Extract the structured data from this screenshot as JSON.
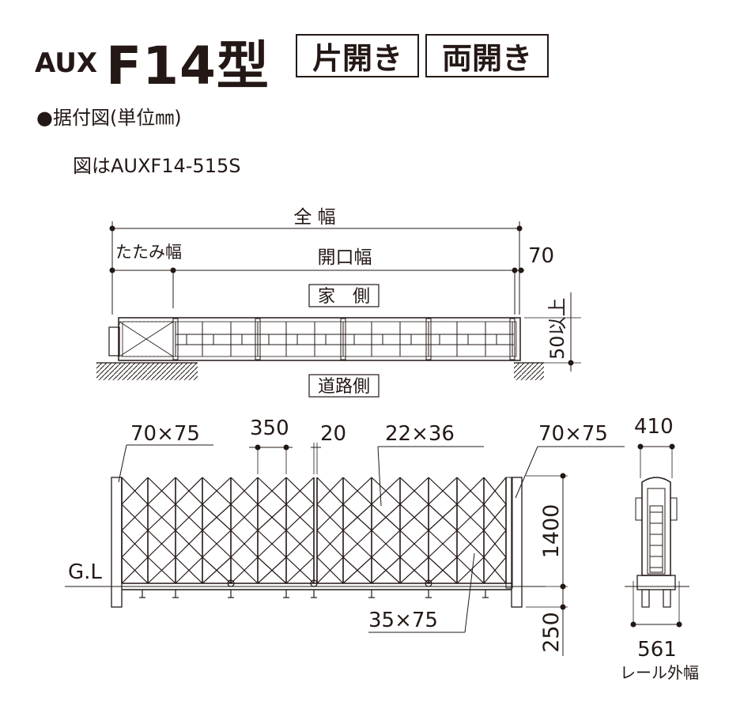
{
  "title": {
    "prefix": "AUX",
    "model": "F14型",
    "badges": [
      "片開き",
      "両開き"
    ]
  },
  "section_heading": "●据付図(単位㎜)",
  "figure_note": "図はAUXF14-515S",
  "plan_view": {
    "overall_width_label": "全 幅",
    "folded_width_label": "たたみ幅",
    "opening_width_label": "開口幅",
    "end_dim": "70",
    "house_side": "家　側",
    "road_side": "道路側",
    "clearance": "50以上"
  },
  "front_view": {
    "post_left": "70×75",
    "pitch": "350",
    "gap": "20",
    "pipe": "22×36",
    "post_right": "70×75",
    "bottom_pipe": "35×75",
    "ground_label": "G.L",
    "height": "1400",
    "embed": "250"
  },
  "side_view": {
    "depth": "410",
    "rail_width": "561",
    "rail_label": "レール外幅"
  }
}
